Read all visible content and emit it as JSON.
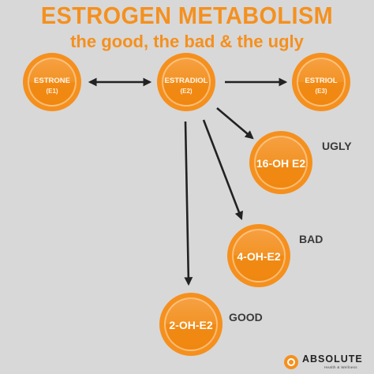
{
  "header": {
    "title": "ESTROGEN METABOLISM",
    "subtitle": "the good, the bad & the ugly"
  },
  "nodes": {
    "estrone": {
      "name": "ESTRONE",
      "abbr": "(E1)"
    },
    "estradiol": {
      "name": "ESTRADIOL",
      "abbr": "(E2)"
    },
    "estriol": {
      "name": "ESTRIOL",
      "abbr": "(E3)"
    },
    "oh16": {
      "name": "16-OH E2"
    },
    "oh4": {
      "name": "4-OH-E2"
    },
    "oh2": {
      "name": "2-OH-E2"
    }
  },
  "labels": {
    "ugly": "UGLY",
    "bad": "BAD",
    "good": "GOOD"
  },
  "edges": [
    {
      "from": "ESTRONE",
      "to": "ESTRADIOL",
      "bidirectional": true
    },
    {
      "from": "ESTRADIOL",
      "to": "ESTRIOL",
      "bidirectional": false
    },
    {
      "from": "ESTRADIOL",
      "to": "16-OH E2",
      "bidirectional": false
    },
    {
      "from": "ESTRADIOL",
      "to": "4-OH-E2",
      "bidirectional": false
    },
    {
      "from": "ESTRADIOL",
      "to": "2-OH-E2",
      "bidirectional": false
    }
  ],
  "logo": {
    "name": "ABSOLUTE",
    "tagline": "Health & Wellness"
  },
  "colors": {
    "background": "#d8d8d8",
    "accent": "#f5901e",
    "arrow": "#222222"
  }
}
